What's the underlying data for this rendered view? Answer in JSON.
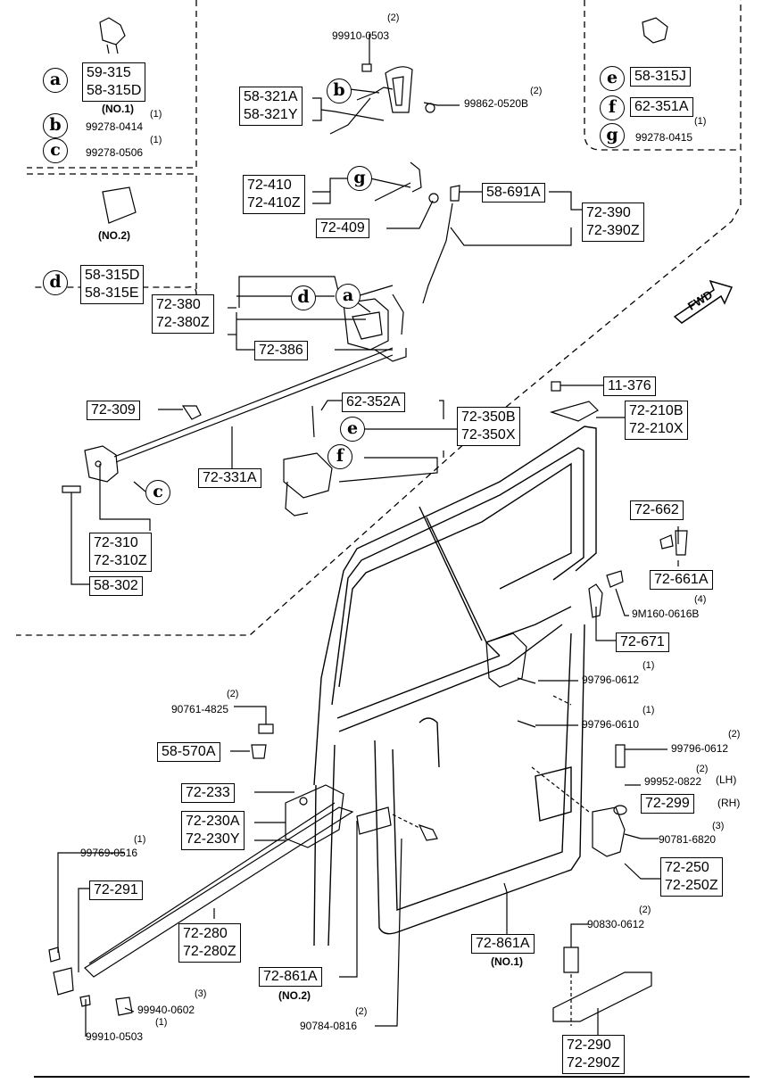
{
  "callouts": {
    "a": "a",
    "b": "b",
    "c": "c",
    "d": "d",
    "e": "e",
    "f": "f",
    "g": "g"
  },
  "inset_tl": {
    "a_parts": [
      "59-315",
      "58-315D"
    ],
    "a_note": "(NO.1)",
    "b_qty": "(1)",
    "b_part": "99278-0414",
    "c_qty": "(1)",
    "c_part": "99278-0506",
    "d_note": "(NO.2)",
    "d_parts": [
      "58-315D",
      "58-315E"
    ]
  },
  "inset_tr": {
    "e_part": "58-315J",
    "f_part": "62-351A",
    "g_qty": "(1)",
    "g_part": "99278-0415"
  },
  "fwd_label": "FWD",
  "parts": {
    "p_58_321": [
      "58-321A",
      "58-321Y"
    ],
    "p_99910_top_qty": "(2)",
    "p_99910_top": "99910-0503",
    "p_99862_qty": "(2)",
    "p_99862": "99862-0520B",
    "p_72_410": [
      "72-410",
      "72-410Z"
    ],
    "p_72_409": "72-409",
    "p_58_691A": "58-691A",
    "p_72_390": [
      "72-390",
      "72-390Z"
    ],
    "p_72_380": [
      "72-380",
      "72-380Z"
    ],
    "p_72_386": "72-386",
    "p_72_309": "72-309",
    "p_62_352A": "62-352A",
    "p_72_350": [
      "72-350B",
      "72-350X"
    ],
    "p_11_376": "11-376",
    "p_72_210": [
      "72-210B",
      "72-210X"
    ],
    "p_72_331A": "72-331A",
    "p_72_310": [
      "72-310",
      "72-310Z"
    ],
    "p_58_302": "58-302",
    "p_72_662": "72-662",
    "p_72_661A": "72-661A",
    "p_9m160_qty": "(4)",
    "p_9m160": "9M160-0616B",
    "p_72_671": "72-671",
    "p_99796_a_qty": "(1)",
    "p_99796_a": "99796-0612",
    "p_99796_b_qty": "(1)",
    "p_99796_b": "99796-0610",
    "p_99796_c_qty": "(2)",
    "p_99796_c": "99796-0612",
    "p_99952_qty": "(2)",
    "p_99952": "99952-0822",
    "p_lh": "(LH)",
    "p_72_299": "72-299",
    "p_rh": "(RH)",
    "p_90781_qty": "(3)",
    "p_90781": "90781-6820",
    "p_72_250": [
      "72-250",
      "72-250Z"
    ],
    "p_90761_qty": "(2)",
    "p_90761": "90761-4825",
    "p_58_570A": "58-570A",
    "p_72_233": "72-233",
    "p_72_230": [
      "72-230A",
      "72-230Y"
    ],
    "p_99769_qty": "(1)",
    "p_99769": "99769-0516",
    "p_72_291": "72-291",
    "p_72_280": [
      "72-280",
      "72-280Z"
    ],
    "p_72_861A_no2": "72-861A",
    "p_no2": "(NO.2)",
    "p_72_861A_no1": "72-861A",
    "p_no1": "(NO.1)",
    "p_99940_qty": "(3)",
    "p_99940": "99940-0602",
    "p_99910_bot_qty": "(1)",
    "p_99910_bot": "99910-0503",
    "p_90784_qty": "(2)",
    "p_90784": "90784-0816",
    "p_90830_qty": "(2)",
    "p_90830": "90830-0612",
    "p_72_290": [
      "72-290",
      "72-290Z"
    ]
  }
}
